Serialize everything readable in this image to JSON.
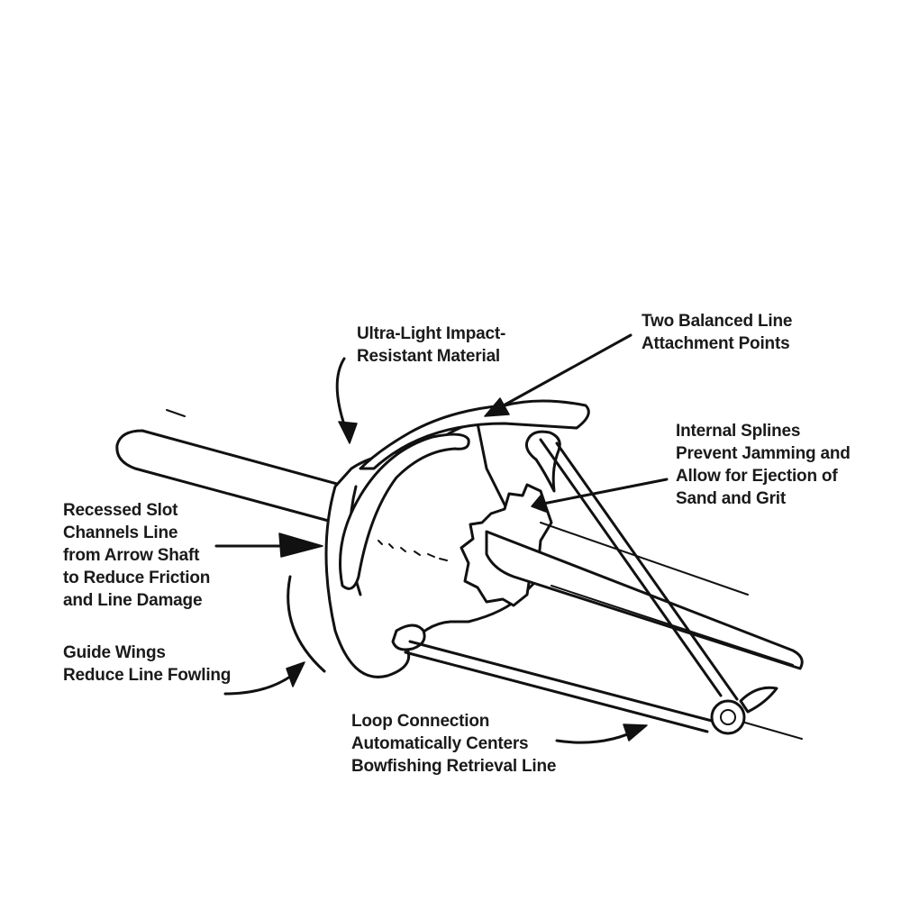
{
  "labels": {
    "ultra_light": [
      "Ultra-Light Impact-",
      "Resistant Material"
    ],
    "two_balanced": [
      "Two Balanced Line",
      "Attachment Points"
    ],
    "internal_splines": [
      "Internal Splines",
      "Prevent Jamming and",
      "Allow for Ejection of",
      "Sand and Grit"
    ],
    "recessed_slot": [
      "Recessed Slot",
      "Channels Line",
      "from Arrow Shaft",
      "to Reduce Friction",
      "and Line Damage"
    ],
    "guide_wings": [
      "Guide Wings",
      "Reduce Line Fowling"
    ],
    "loop_connection": [
      "Loop Connection",
      "Automatically Centers",
      "Bowfishing Retrieval Line"
    ]
  }
}
